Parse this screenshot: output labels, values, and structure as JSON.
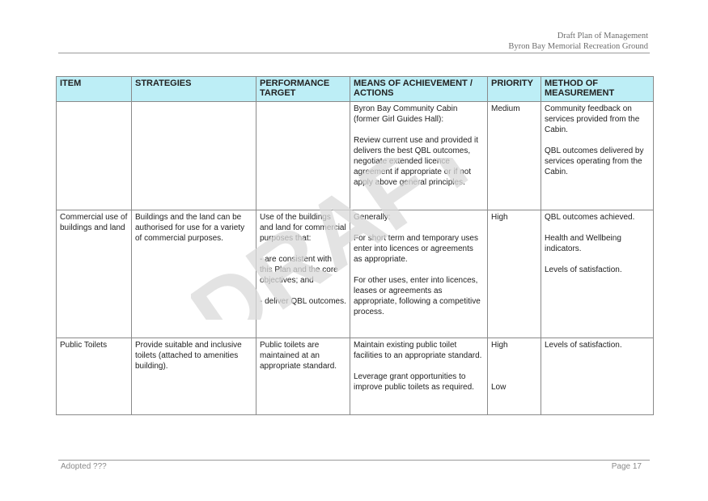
{
  "header": {
    "line1": "Draft Plan of Management",
    "line2": "Byron Bay Memorial Recreation Ground"
  },
  "table": {
    "columns": [
      "ITEM",
      "STRATEGIES",
      "PERFORMANCE TARGET",
      "MEANS OF ACHIEVEMENT / ACTIONS",
      "PRIORITY",
      "METHOD OF MEASUREMENT"
    ],
    "rows": [
      {
        "item": "",
        "strategies": "",
        "target": [],
        "means": [
          "Byron Bay Community Cabin (former Girl Guides Hall):",
          "Review current use and provided it delivers the best QBL outcomes, negotiate extended licence agreement if appropriate or if not apply above general principles."
        ],
        "priority": [
          "Medium"
        ],
        "measurement": [
          "Community feedback on services provided from the Cabin.",
          "QBL outcomes delivered by services operating from the Cabin."
        ]
      },
      {
        "item": "Commercial use of buildings and land",
        "strategies": "Buildings and the land can be authorised for use for a variety of commercial purposes.",
        "target": [
          "Use of the buildings and land for commercial purposes that:",
          "- are consistent with this Plan and the core objectives; and",
          "- deliver QBL outcomes."
        ],
        "means": [
          "Generally:",
          "For short term and temporary uses enter into licences or agreements as appropriate.",
          "For other uses, enter into licences, leases or agreements as appropriate, following a competitive process."
        ],
        "priority": [
          "High"
        ],
        "measurement": [
          "QBL outcomes achieved.",
          "Health and Wellbeing indicators.",
          "Levels of satisfaction."
        ]
      },
      {
        "item": "Public Toilets",
        "strategies": "Provide suitable and inclusive toilets (attached to amenities building).",
        "target": [
          "Public toilets are maintained at an appropriate standard."
        ],
        "means": [
          "Maintain existing public toilet facilities to an appropriate standard.",
          "Leverage grant opportunities to improve public toilets as required."
        ],
        "priority": [
          "High",
          "Low"
        ],
        "measurement": [
          "Levels of satisfaction."
        ]
      }
    ]
  },
  "watermark": "DRAFT",
  "footer": {
    "left": "Adopted ???",
    "right": "Page 17"
  },
  "colors": {
    "header_fill": "#bdeef6",
    "watermark": "#d9d9d9"
  }
}
